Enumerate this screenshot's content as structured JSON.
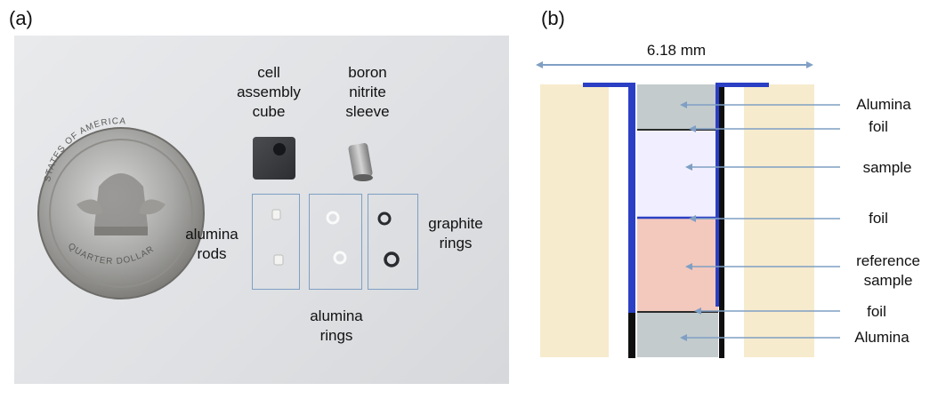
{
  "panel_a": {
    "label": "(a)",
    "labels": {
      "cube": "cell\nassembly\ncube",
      "sleeve": "boron\nnitrite\nsleeve",
      "rods": "alumina\nrods",
      "alumina_rings": "alumina\nrings",
      "graphite_rings": "graphite\nrings"
    },
    "coin_text": {
      "top": "STATES OF AMERICA",
      "bottom": "QUARTER DOLLAR"
    }
  },
  "panel_b": {
    "label": "(b)",
    "dimension": "6.18 mm",
    "labels": {
      "alumina_top": "Alumina",
      "foil_1": "foil",
      "sample": "sample",
      "foil_2": "foil",
      "reference_sample": "reference\nsample",
      "foil_3": "foil",
      "alumina_bottom": "Alumina"
    },
    "colors": {
      "sleeve": "#f7ebcd",
      "alumina": "#c3cbcd",
      "sample": "#f1efff",
      "reference": "#f3c8bd",
      "foil": "#2b3fc4",
      "arrow": "#7f9fc4"
    }
  }
}
